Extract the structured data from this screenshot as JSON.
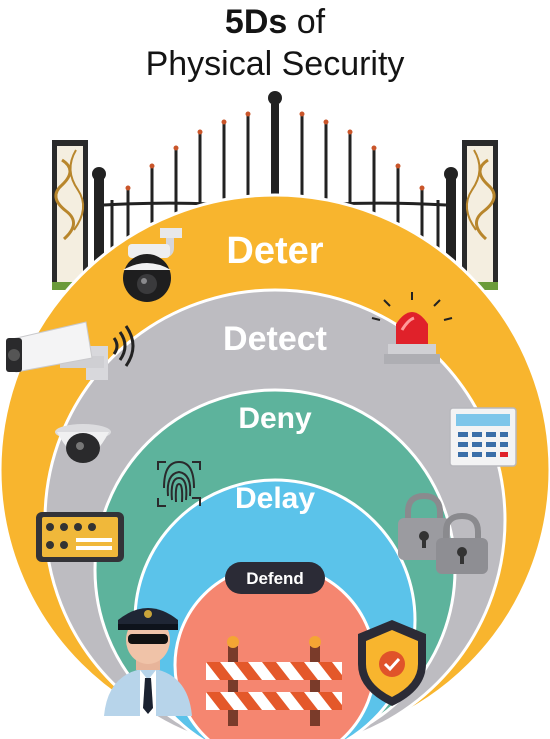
{
  "title": {
    "bold": "5Ds",
    "rest": " of",
    "line2": "Physical Security"
  },
  "layers": [
    {
      "label": "Deter",
      "color": "#F8B52E"
    },
    {
      "label": "Detect",
      "color": "#BDBCC1"
    },
    {
      "label": "Deny",
      "color": "#5DB39C"
    },
    {
      "label": "Delay",
      "color": "#5BC3EA"
    },
    {
      "label": "Defend",
      "color": "#F58670"
    }
  ],
  "defend_badge_color": "#2B2B36",
  "icons": [
    "gate-icon",
    "ptz-camera-icon",
    "bullet-camera-icon",
    "dome-camera-icon",
    "control-panel-icon",
    "alarm-siren-icon",
    "keypad-icon",
    "fingerprint-icon",
    "padlocks-icon",
    "security-guard-icon",
    "road-barrier-icon",
    "shield-check-icon"
  ]
}
